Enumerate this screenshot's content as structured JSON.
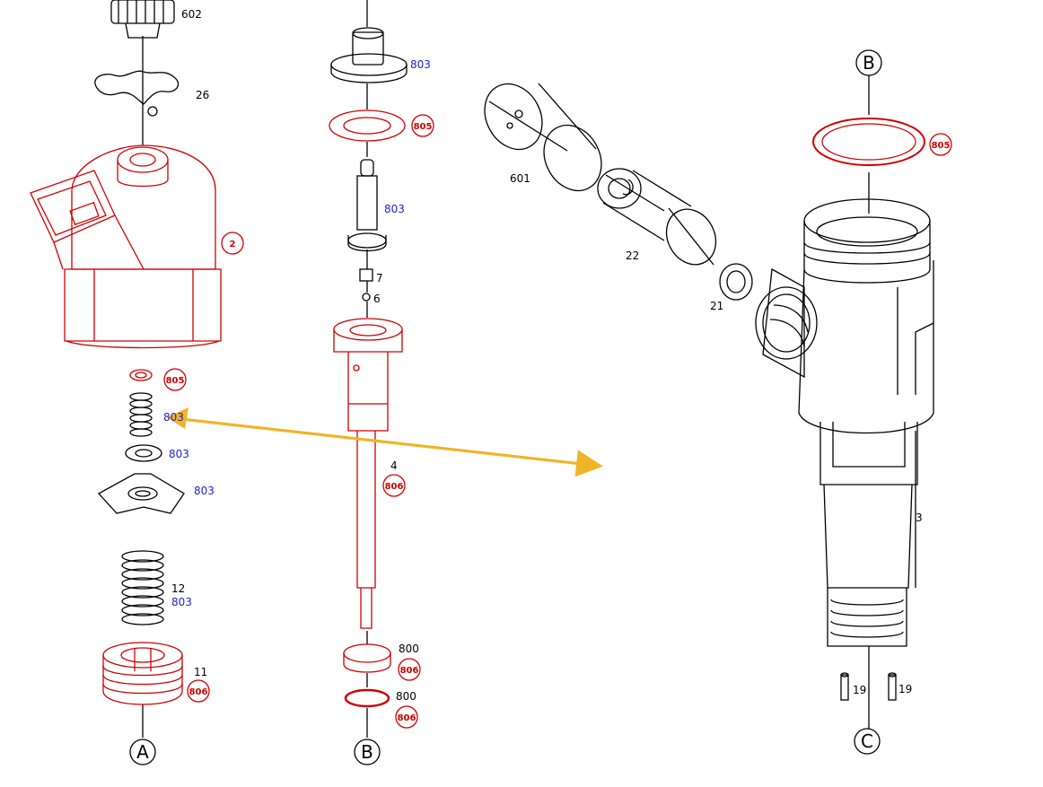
{
  "colors": {
    "line": "#000000",
    "highlight": "#d00000",
    "ref": "#2121c7",
    "arrow": "#f0b428"
  },
  "diagram": {
    "part_numbers": {
      "p602": "602",
      "p26": "26",
      "p2": "2",
      "p805_a": "805",
      "p803_spring": "803",
      "p803_washer": "803",
      "p803_armature": "803",
      "p12": "12",
      "p803_12": "803",
      "p11": "11",
      "p806_11": "806",
      "p803_top": "803",
      "p805_b": "805",
      "p803_stem": "803",
      "p7": "7",
      "p6": "6",
      "p4": "4",
      "p806_4": "806",
      "p800_a": "800",
      "p806_a": "806",
      "p800_b": "800",
      "p806_b": "806",
      "p601": "601",
      "p22": "22",
      "p21": "21",
      "p805_c": "805",
      "p3": "3",
      "p19_a": "19",
      "p19_b": "19"
    },
    "callouts": {
      "a_bottom": "A",
      "b_bottom": "B",
      "b_top": "B",
      "c_bottom": "C"
    }
  }
}
